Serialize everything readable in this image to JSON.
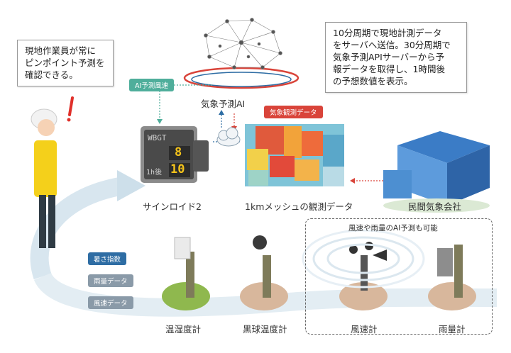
{
  "callouts": {
    "worker": "現地作業員が常に\nピンポイント予測を\n確認できる。",
    "server": "10分周期で現地計測データ\nをサーバへ送信。30分周期で\n気象予測APIサーバーから予\n報データを取得し、1時間後\nの予想数値を表示。"
  },
  "tags": {
    "ai_wind": "AI予測風速",
    "observation": "気象観測データ",
    "wbgt": "暑さ指数",
    "rain_data": "雨量データ",
    "wind_data": "風速データ"
  },
  "labels": {
    "weather_ai": "気象予測AI",
    "signage": "サインロイド2",
    "mesh_data": "1kmメッシュの観測データ",
    "company": "民間気象会社",
    "thermo_hygro": "温湿度計",
    "globe_thermo": "黒球温度計",
    "anemometer": "風速計",
    "rain_gauge": "雨量計",
    "ai_note": "風速や雨量のAI予測も可能"
  },
  "sign": {
    "title": "WBGT",
    "now_value": "8",
    "later_label": "1h後",
    "later_value": "10"
  },
  "colors": {
    "tag_teal": "#4fae9b",
    "tag_red": "#d9443a",
    "tag_blue": "#2e6da4",
    "tag_gray": "#8a9aa8",
    "arrow_band": "#d8e6ef",
    "sign_digits": "#f3c21b"
  }
}
